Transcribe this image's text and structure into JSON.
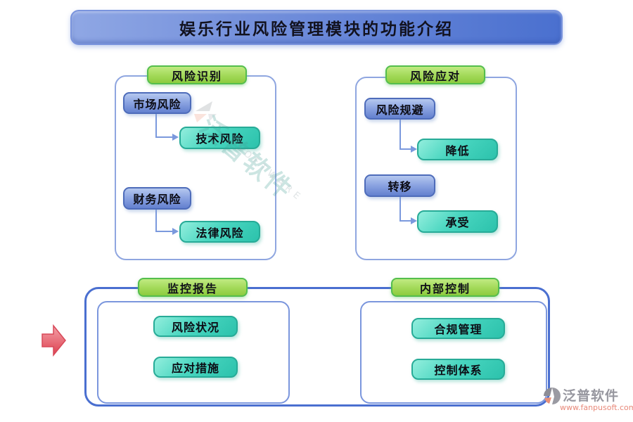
{
  "title": "娱乐行业风险管理模块的功能介绍",
  "sections": {
    "risk_identification": {
      "header": "风险识别",
      "flows": [
        {
          "source": "市场风险",
          "target": "技术风险"
        },
        {
          "source": "财务风险",
          "target": "法律风险"
        }
      ]
    },
    "risk_response": {
      "header": "风险应对",
      "flows": [
        {
          "source": "风险规避",
          "target": "降低"
        },
        {
          "source": "转移",
          "target": "承受"
        }
      ]
    },
    "monitoring_report": {
      "header": "监控报告",
      "items": [
        "风险状况",
        "应对措施"
      ]
    },
    "internal_control": {
      "header": "内部控制",
      "items": [
        "合规管理",
        "控制体系"
      ]
    }
  },
  "watermark": {
    "text": "泛普软件",
    "subtext": "SOFTWARE"
  },
  "brand": {
    "name": "泛普软件",
    "url": "www.fanpusoft.com"
  },
  "colors": {
    "title_gradient_start": "#8fa7e4",
    "title_gradient_end": "#4a70cf",
    "tab_green_fill": "#a2d958",
    "tab_green_border": "#54be4d",
    "node_blue_top": "#b5c8ef",
    "node_blue_bottom": "#6380cf",
    "node_teal_top": "#93eedd",
    "node_teal_bottom": "#2cc2ac",
    "container_border": "#8fa6e0",
    "outer_container_border": "#4a6fd0",
    "connector": "#7b99dd",
    "pointer_arrow_red": "#e04a5a",
    "brand_gray": "#97979f",
    "brand_url_salmon": "#e8897a"
  }
}
